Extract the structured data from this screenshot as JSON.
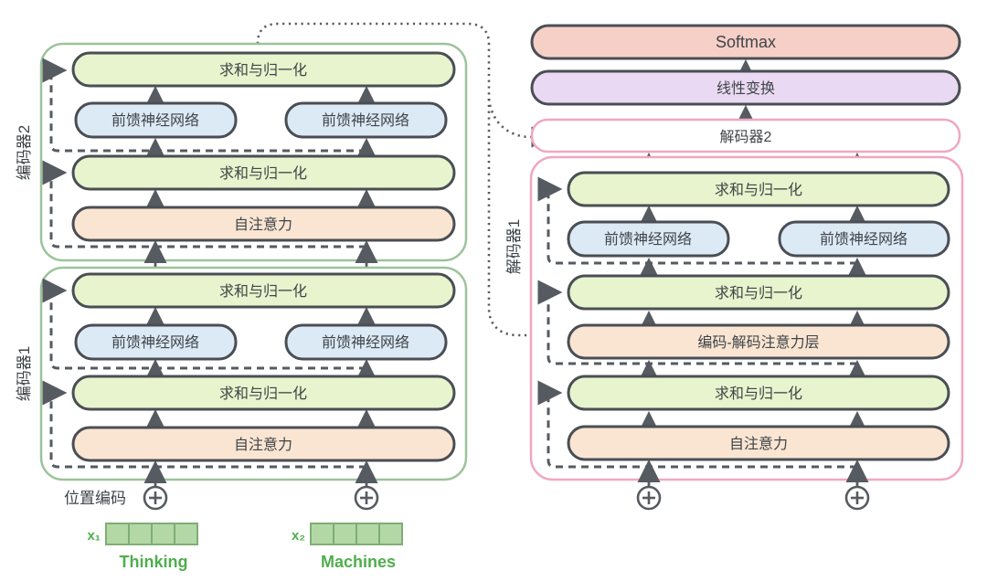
{
  "colors": {
    "background": "#ffffff",
    "add_norm_fill": "#e7f4cd",
    "ffn_fill": "#dceaf6",
    "attention_fill": "#fae5d2",
    "softmax_fill": "#f6cfc7",
    "linear_fill": "#e9d9f2",
    "decoder2_fill": "#ffffff",
    "box_border": "#4a4e54",
    "encoder_border": "#9cc39a",
    "decoder_border": "#f0a7bf",
    "line": "#565b61",
    "text": "#3f4448",
    "input_green": "#4fae4d",
    "bar_fill": "#b3d8a6",
    "bar_border": "#7fad74"
  },
  "encoder2": {
    "title": "编码器2",
    "add_norm_top": "求和与归一化",
    "ffn_left": "前馈神经网络",
    "ffn_right": "前馈神经网络",
    "add_norm_mid": "求和与归一化",
    "self_attention": "自注意力"
  },
  "encoder1": {
    "title": "编码器1",
    "add_norm_top": "求和与归一化",
    "ffn_left": "前馈神经网络",
    "ffn_right": "前馈神经网络",
    "add_norm_mid": "求和与归一化",
    "self_attention": "自注意力"
  },
  "decoder2": {
    "title": "解码器2"
  },
  "decoder1": {
    "title": "解码器1",
    "add_norm_top": "求和与归一化",
    "ffn_left": "前馈神经网络",
    "ffn_right": "前馈神经网络",
    "add_norm_mid": "求和与归一化",
    "enc_dec_attention": "编码-解码注意力层",
    "add_norm_bottom": "求和与归一化",
    "self_attention": "自注意力"
  },
  "output": {
    "linear": "线性变换",
    "softmax": "Softmax"
  },
  "inputs": {
    "positional_encoding": "位置编码",
    "x1": "x₁",
    "x2": "x₂",
    "token1": "Thinking",
    "token2": "Machines"
  }
}
